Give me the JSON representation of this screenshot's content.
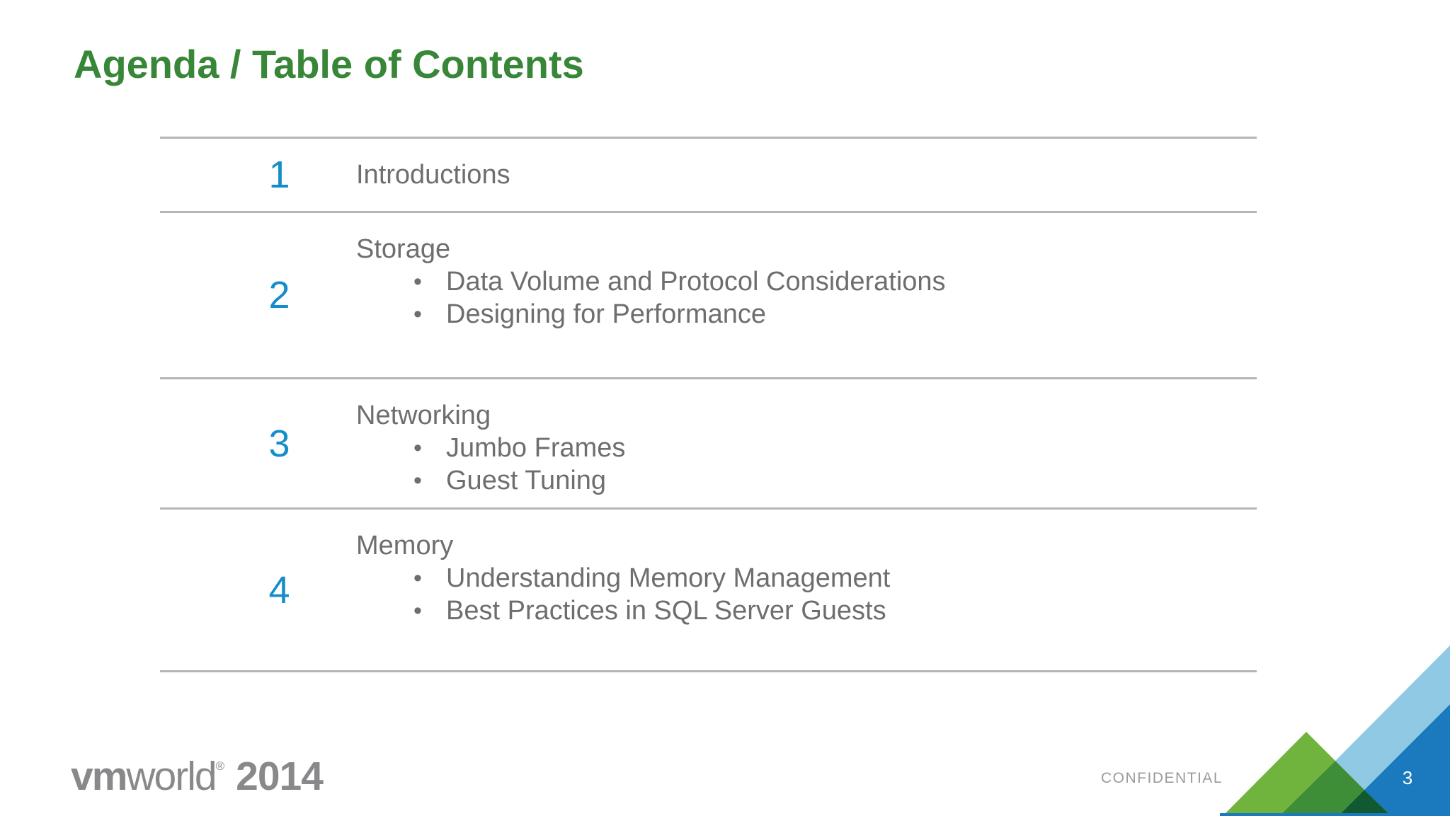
{
  "slide_title": "Agenda / Table of Contents",
  "agenda": {
    "rows": [
      {
        "number": "1",
        "title": "Introductions",
        "bullets": []
      },
      {
        "number": "2",
        "title": "Storage",
        "bullets": [
          "Data Volume and Protocol Considerations",
          "Designing for Performance"
        ]
      },
      {
        "number": "3",
        "title": "Networking",
        "bullets": [
          "Jumbo Frames",
          "Guest Tuning"
        ]
      },
      {
        "number": "4",
        "title": "Memory",
        "bullets": [
          "Understanding Memory Management",
          "Best Practices in SQL Server Guests"
        ]
      }
    ]
  },
  "footer": {
    "logo": {
      "vm": "vm",
      "world": "world",
      "registered": "®",
      "year": "2014"
    },
    "confidential_label": "CONFIDENTIAL",
    "page_number": "3"
  },
  "colors": {
    "title_green": "#388638",
    "number_blue": "#148DCB",
    "body_gray": "#6E6E70",
    "divider_gray": "#B5B5B7",
    "corner_light_blue": "#8FC9E4",
    "corner_dark_blue": "#1B79BE",
    "corner_light_green": "#70B43E",
    "corner_mid_green": "#3E8D37",
    "corner_dark_green": "#115930",
    "logo_gray": "#89898C",
    "confidential_gray": "#9B9B9B",
    "page_number_white": "#FFFFFF"
  }
}
